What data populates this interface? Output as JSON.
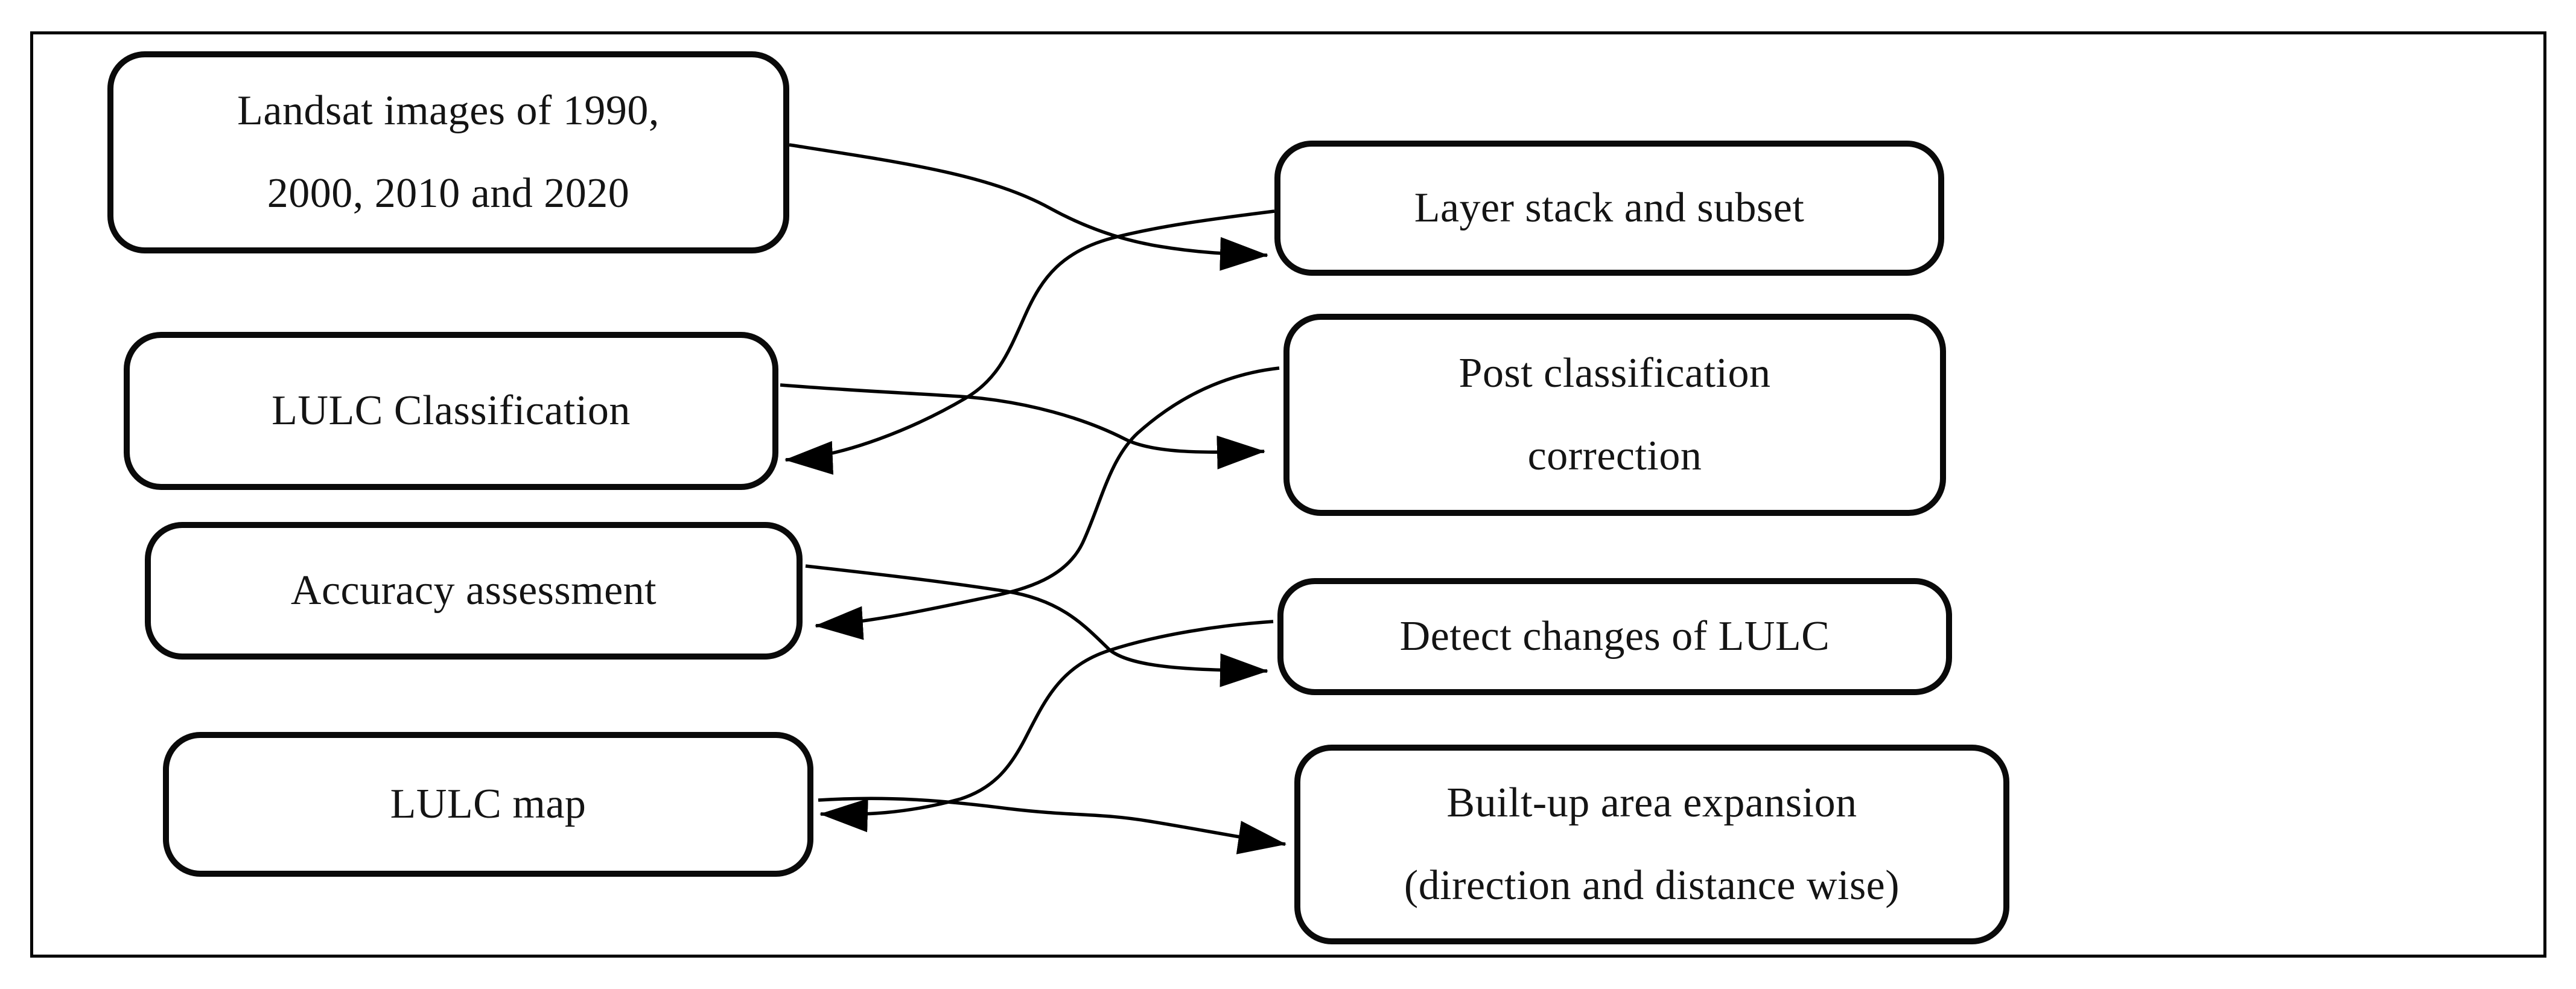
{
  "figure": {
    "type": "flowchart",
    "background_color": "#ffffff",
    "stroke_color": "#000000",
    "description_visible_text_only": true
  },
  "nodes": {
    "landsat": {
      "label": "Landsat images of 1990,\n2000, 2010 and 2020"
    },
    "layer_stack": {
      "label": "Layer stack and subset"
    },
    "lulc_classification": {
      "label": "LULC Classification"
    },
    "post_classification": {
      "label": "Post classification\ncorrection"
    },
    "accuracy": {
      "label": "Accuracy assessment"
    },
    "detect_changes": {
      "label": "Detect changes of LULC"
    },
    "lulc_map": {
      "label": "LULC map"
    },
    "built_up": {
      "label": "Built-up area expansion\n(direction and distance wise)"
    }
  },
  "edges": [
    {
      "from": "landsat",
      "to": "layer_stack"
    },
    {
      "from": "layer_stack",
      "to": "lulc_classification"
    },
    {
      "from": "lulc_classification",
      "to": "post_classification"
    },
    {
      "from": "post_classification",
      "to": "accuracy"
    },
    {
      "from": "accuracy",
      "to": "detect_changes"
    },
    {
      "from": "detect_changes",
      "to": "lulc_map"
    },
    {
      "from": "lulc_map",
      "to": "built_up"
    }
  ]
}
